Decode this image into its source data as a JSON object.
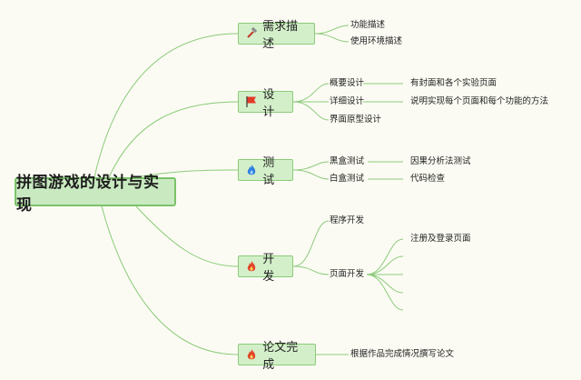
{
  "root": {
    "label": "拼图游戏的设计与实现"
  },
  "branches": {
    "requirements": {
      "label": "需求描述",
      "icon": "hammer-icon",
      "items": [
        "功能描述",
        "使用环境描述"
      ]
    },
    "design": {
      "label": "设计",
      "icon": "red-flag-icon",
      "items": [
        "概要设计",
        "详细设计",
        "界面原型设计"
      ],
      "sub": [
        "有封面和各个实验页面",
        "说明实现每个页面和每个功能的方法"
      ]
    },
    "test": {
      "label": "测试",
      "icon": "blue-flame-icon",
      "items": [
        "黑盒测试",
        "白盒测试"
      ],
      "sub": [
        "因果分析法测试",
        "代码检查"
      ]
    },
    "develop": {
      "label": "开发",
      "icon": "fire-icon",
      "items": [
        "程序开发",
        "页面开发"
      ],
      "sub": [
        "注册及登录页面"
      ]
    },
    "thesis": {
      "label": "论文完成",
      "icon": "fire-icon",
      "items": [
        "根据作品完成情况撰写论文"
      ]
    }
  },
  "colors": {
    "line": "#8ccb7a",
    "node_fill": "#d3efc9",
    "root_fill": "#c9eac0",
    "flag": "#e23b2a",
    "flame_blue": "#2f7fe0",
    "flame_red": "#e2452a"
  }
}
